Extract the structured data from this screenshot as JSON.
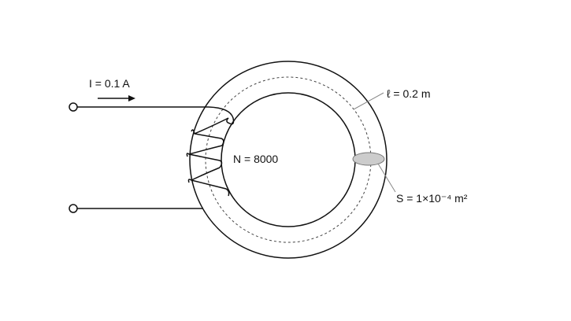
{
  "labels": {
    "current": "I = 0.1 A",
    "turns": "N = 8000",
    "length": "ℓ = 0.2 m",
    "area": "S = 1×10⁻⁴ m²"
  },
  "colors": {
    "stroke": "#111111",
    "cross_section_fill": "#cccccc",
    "leader": "#888888"
  }
}
